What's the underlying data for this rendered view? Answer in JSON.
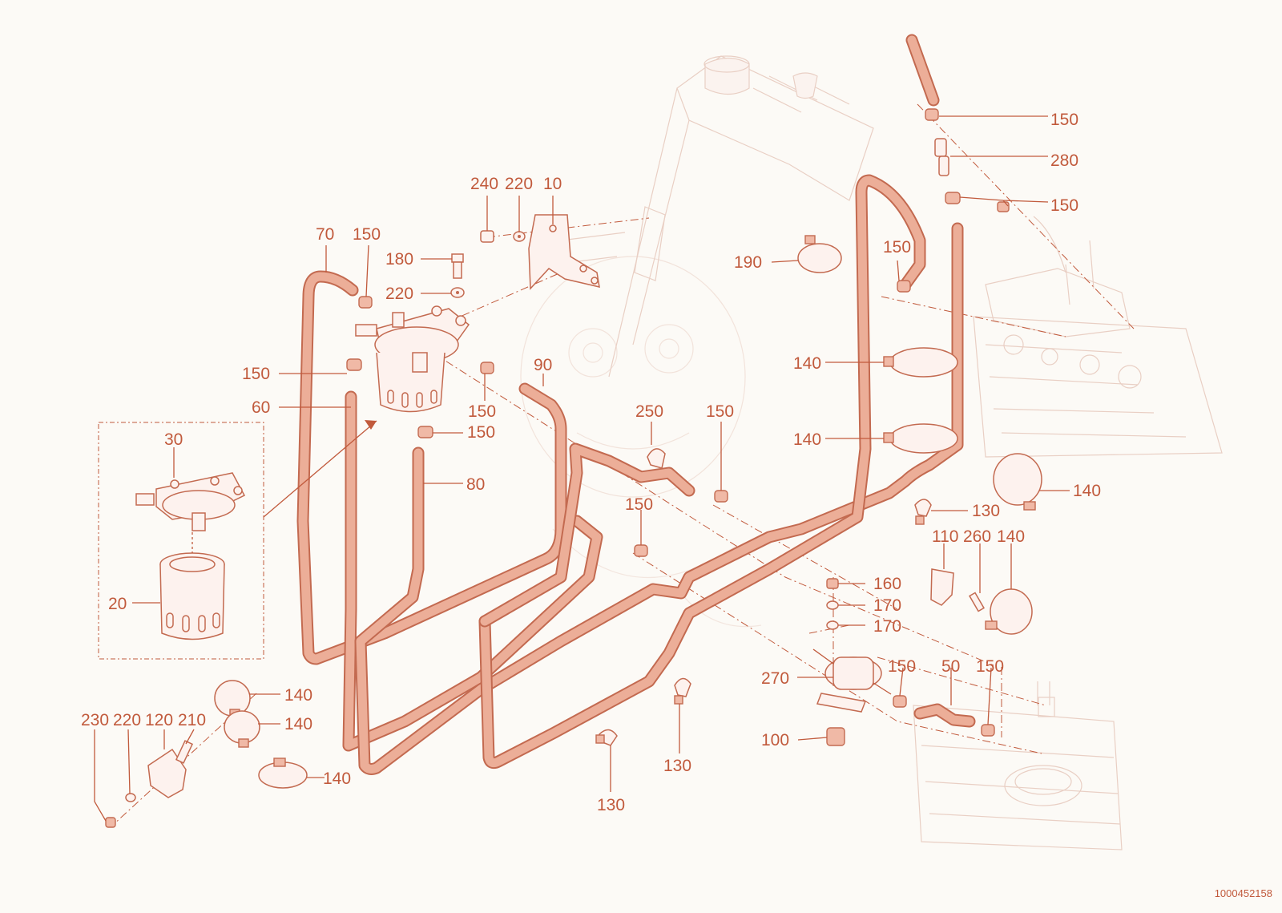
{
  "diagram": {
    "document_number": "1000452158",
    "accent_color": "#c15a3c",
    "hose_color": "#ecae98",
    "callouts": [
      {
        "id": "c150a",
        "text": "150"
      },
      {
        "id": "c280",
        "text": "280"
      },
      {
        "id": "c150b",
        "text": "150"
      },
      {
        "id": "c240",
        "text": "240"
      },
      {
        "id": "c220a",
        "text": "220"
      },
      {
        "id": "c10",
        "text": "10"
      },
      {
        "id": "c70",
        "text": "70"
      },
      {
        "id": "c150c",
        "text": "150"
      },
      {
        "id": "c180",
        "text": "180"
      },
      {
        "id": "c220b",
        "text": "220"
      },
      {
        "id": "c190",
        "text": "190"
      },
      {
        "id": "c150d",
        "text": "150"
      },
      {
        "id": "c150e",
        "text": "150"
      },
      {
        "id": "c60",
        "text": "60"
      },
      {
        "id": "c90",
        "text": "90"
      },
      {
        "id": "c150f",
        "text": "150"
      },
      {
        "id": "c150g",
        "text": "150"
      },
      {
        "id": "c140a",
        "text": "140"
      },
      {
        "id": "c140b",
        "text": "140"
      },
      {
        "id": "c30",
        "text": "30"
      },
      {
        "id": "c250",
        "text": "250"
      },
      {
        "id": "c150h",
        "text": "150"
      },
      {
        "id": "c80",
        "text": "80"
      },
      {
        "id": "c140c",
        "text": "140"
      },
      {
        "id": "c130a",
        "text": "130"
      },
      {
        "id": "c150i",
        "text": "150"
      },
      {
        "id": "c110",
        "text": "110"
      },
      {
        "id": "c260",
        "text": "260"
      },
      {
        "id": "c140d",
        "text": "140"
      },
      {
        "id": "c20",
        "text": "20"
      },
      {
        "id": "c160",
        "text": "160"
      },
      {
        "id": "c170a",
        "text": "170"
      },
      {
        "id": "c170b",
        "text": "170"
      },
      {
        "id": "c150j",
        "text": "150"
      },
      {
        "id": "c50",
        "text": "50"
      },
      {
        "id": "c150k",
        "text": "150"
      },
      {
        "id": "c270",
        "text": "270"
      },
      {
        "id": "c140e",
        "text": "140"
      },
      {
        "id": "c140f",
        "text": "140"
      },
      {
        "id": "c230",
        "text": "230"
      },
      {
        "id": "c220c",
        "text": "220"
      },
      {
        "id": "c120",
        "text": "120"
      },
      {
        "id": "c210",
        "text": "210"
      },
      {
        "id": "c100",
        "text": "100"
      },
      {
        "id": "c130b",
        "text": "130"
      },
      {
        "id": "c140g",
        "text": "140"
      },
      {
        "id": "c130c",
        "text": "130"
      }
    ]
  }
}
